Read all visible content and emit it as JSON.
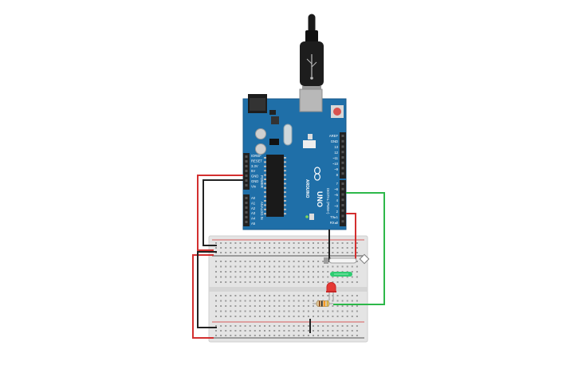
{
  "canvas": {
    "background": "#ffffff"
  },
  "arduino": {
    "brand": "ARDUINO",
    "model": "UNO",
    "digital_label": "DIGITAL (PWM~)",
    "power_label": "POWER",
    "analog_label": "ANALOG IN",
    "power_pins": [
      "IOREF",
      "RESET",
      "3.3V",
      "5V",
      "GND",
      "GND",
      "Vin"
    ],
    "analog_pins": [
      "A0",
      "A1",
      "A2",
      "A3",
      "A4",
      "A5"
    ],
    "digital_top_pins": [
      "AREF",
      "GND",
      "13",
      "12",
      "~11",
      "~10",
      "~9",
      "8"
    ],
    "digital_bottom_pins": [
      "7",
      "~6",
      "~5",
      "4",
      "~3",
      "2",
      "TX▸1",
      "RX◂0"
    ],
    "tx_label": "TX",
    "rx_label": "RX",
    "l_label": "L",
    "board_color": "#1f6fa8",
    "icon": "arduino-infinity-logo-icon"
  },
  "usb_cable": {
    "icon": "usb-plug-icon",
    "color": "#1a1a1a"
  },
  "breadboard": {
    "color": "#e6e6e6",
    "power_rail_colors": {
      "positive": "#d32f2f",
      "negative": "#222222"
    }
  },
  "components": {
    "button": {
      "label_text": "",
      "color": "#2ecc71",
      "icon": "pushbutton-icon"
    },
    "led": {
      "color": "#e53935",
      "icon": "led-icon"
    },
    "resistor": {
      "bands": [
        "#8b4513",
        "#222222",
        "#ff8c00",
        "#d4af37"
      ],
      "icon": "resistor-icon"
    },
    "tilt_switch": {
      "icon": "tilt-sensor-icon"
    }
  },
  "wires": {
    "red": "#d32f2f",
    "black": "#222222",
    "green": "#2db84a",
    "dark_red": "#b71c1c"
  }
}
